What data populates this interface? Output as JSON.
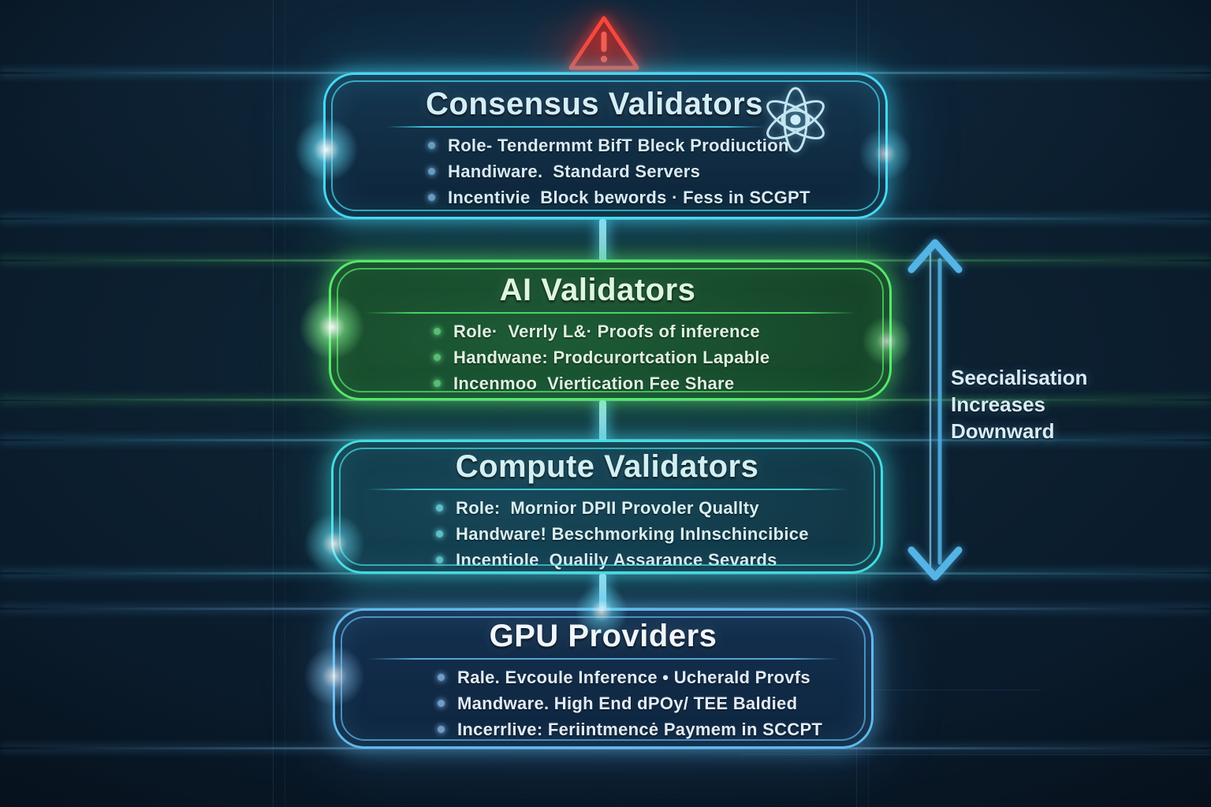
{
  "figure": {
    "type": "layered-validator-architecture-diagram"
  },
  "warning": {
    "icon": "warning-triangle",
    "color": "#ff4538"
  },
  "specialisation_note": {
    "lines": [
      "Seecialisation",
      "Increases",
      "Downward"
    ],
    "arrow_color": "#54b4e6"
  },
  "boxes": [
    {
      "id": "consensus-validators",
      "title": "Consensus Validators",
      "icon": "atom-icon",
      "accent": "#46d8f5",
      "title_color": "#d4eef9",
      "body_color": "#d8ecf7",
      "bullet_color": "#6fa9cf",
      "items": [
        "Role- Tendermmt BifT Bleck Prodiuction",
        "Handiware.  Standard Servers",
        "Incentivie  Block bewords · Fess in SCGPT"
      ]
    },
    {
      "id": "ai-validators",
      "title": "AI Validators",
      "accent": "#55e96a",
      "title_color": "#ddf6de",
      "body_color": "#dff2e0",
      "bullet_color": "#5fc97b",
      "items": [
        "Role·  Verrly L&· Proofs of inference",
        "Handwane: Prodcurortcation Lapable",
        "Incenmoo  Viertication Fee Share"
      ]
    },
    {
      "id": "compute-validators",
      "title": "Compute Validators",
      "accent": "#44dde2",
      "title_color": "#d2f0f4",
      "body_color": "#d8f0f4",
      "bullet_color": "#66cdd6",
      "items": [
        "Role:  Mornior DPII Provoler Quallty",
        "Handware! Beschmorking Inlnschincibice",
        "Incentiole  Qualily Assarance Sevards"
      ]
    },
    {
      "id": "gpu-providers",
      "title": "GPU Providers",
      "accent": "#5fb9ee",
      "title_color": "#f0f6fc",
      "body_color": "#e2ecf8",
      "bullet_color": "#7aa9d8",
      "items": [
        "Rale. Evcoule Inference • Ucherald Provfs",
        "Mandware. High End dPOy/ TEE Baldied",
        "Incerrlive: Feriintmencė Paymem in SCCPT"
      ]
    }
  ]
}
